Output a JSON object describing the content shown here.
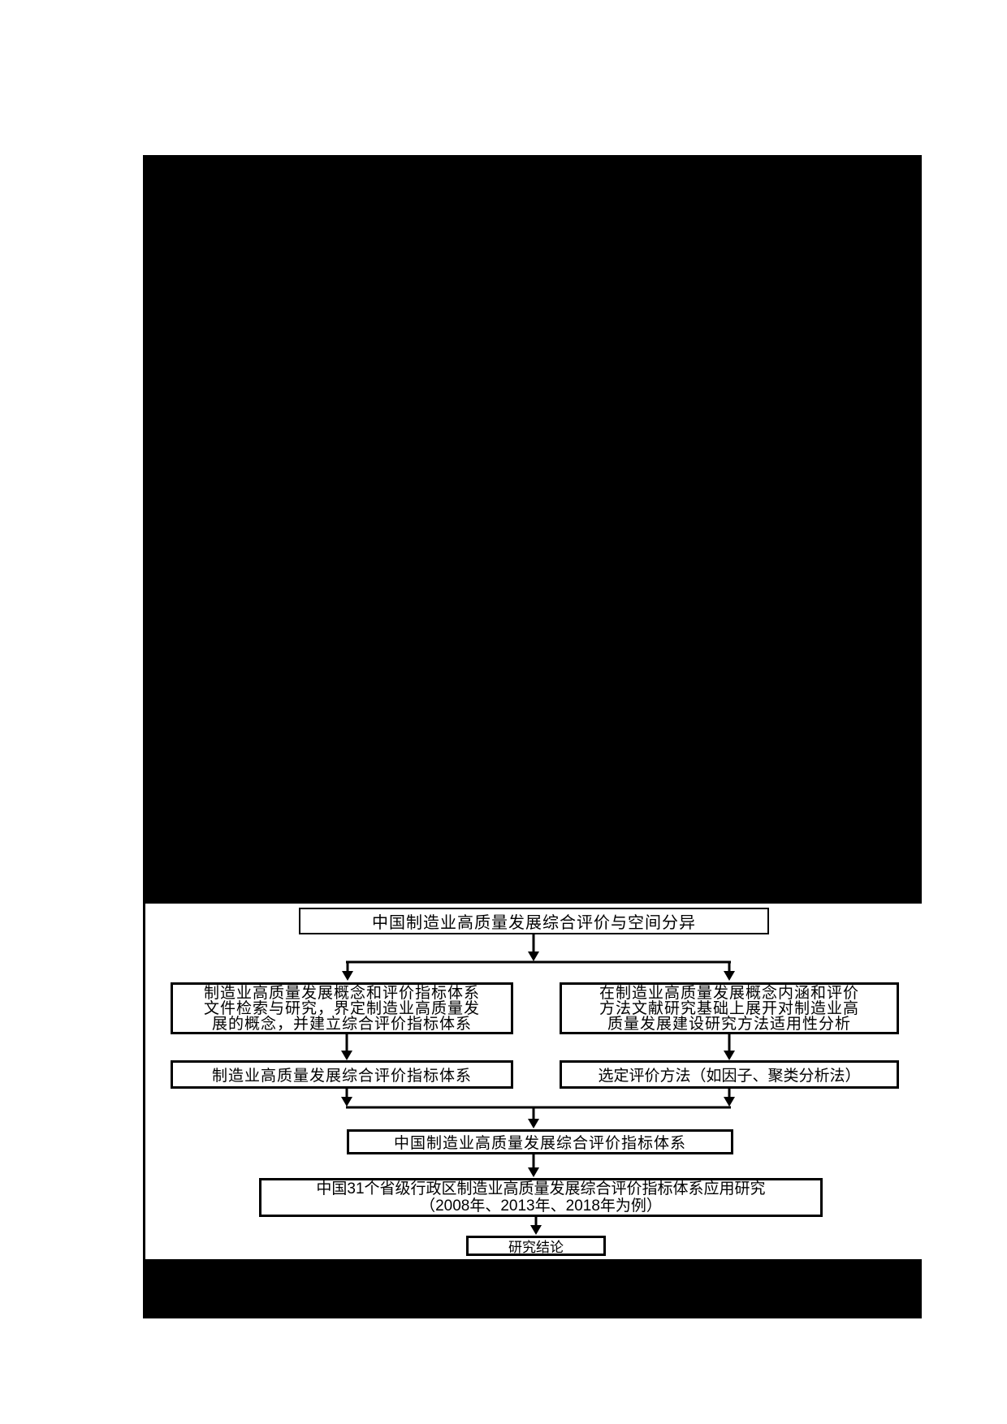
{
  "colors": {
    "ink": "#000000",
    "paper": "#ffffff",
    "redaction": "#000000"
  },
  "flowchart": {
    "title": "中国制造业高质量发展综合评价与空间分异",
    "left_branch": {
      "research_lines": [
        "制造业高质量发展概念和评价指标体系",
        "文件检索与研究，界定制造业高质量发",
        "展的概念，并建立综合评价指标体系"
      ],
      "result": "制造业高质量发展综合评价指标体系"
    },
    "right_branch": {
      "research_lines": [
        "在制造业高质量发展概念内涵和评价",
        "方法文献研究基础上展开对制造业高",
        "质量发展建设研究方法适用性分析"
      ],
      "result": "选定评价方法（如因子、聚类分析法）"
    },
    "merged_system": "中国制造业高质量发展综合评价指标体系",
    "application_lines": [
      "中国31个省级行政区制造业高质量发展综合评价指标体系应用研究",
      "（2008年、2013年、2018年为例）"
    ],
    "conclusion": "研究结论"
  }
}
